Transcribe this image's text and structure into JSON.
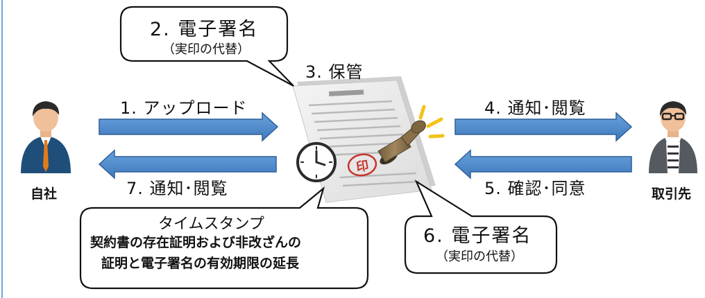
{
  "nodes": {
    "company": "自社",
    "partner": "取引先"
  },
  "steps": {
    "s1": "1. アップロード",
    "s2": {
      "title": "2. 電子署名",
      "sub": "（実印の代替）"
    },
    "s3": "3. 保管",
    "s4": "4. 通知･閲覧",
    "s5": "5. 確認･同意",
    "s6": {
      "title": "6. 電子署名",
      "sub": "（実印の代替）"
    },
    "s7": "7. 通知･閲覧"
  },
  "timestamp": {
    "title": "タイムスタンプ",
    "line1": "契約書の存在証明および非改ざんの",
    "line2": "証明と電子署名の有効期限の延長"
  },
  "stamp_mark": "印",
  "colors": {
    "arrow_fill": "#4a86c8",
    "arrow_stroke": "#2f5f9a",
    "suit": "#1f4e7a",
    "tie": "#e07b1a",
    "stamp_red": "#c8342b",
    "spark_yellow": "#f2c318",
    "left_rule": "#6fa6d8"
  }
}
